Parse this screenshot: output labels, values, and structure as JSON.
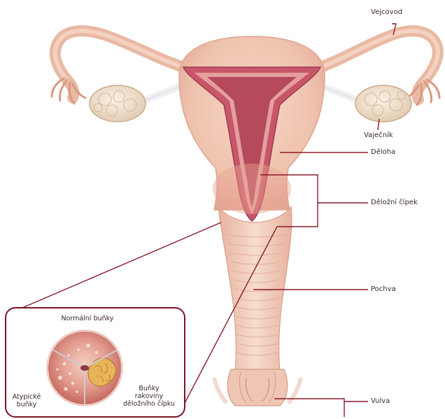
{
  "labels": {
    "fallopian_tube": "Vejcovod",
    "ovary": "Vaječník",
    "uterus": "Děloha",
    "cervix": "Děložní čípek",
    "vagina": "Pochva",
    "vulva": "Vulva"
  },
  "inset": {
    "normal_cells": "Normální buňky",
    "atypical_cells": [
      "Atypické",
      "buňky"
    ],
    "cancer_cells": [
      "Buňky",
      "rakoviny",
      "děložního čípku"
    ]
  },
  "colors": {
    "leader_line": "#8b1a2b",
    "inset_border": "#7a1424",
    "tissue": "#f2c7b4",
    "tissue_dark": "#d98f86",
    "cavity": "#b8475a"
  }
}
